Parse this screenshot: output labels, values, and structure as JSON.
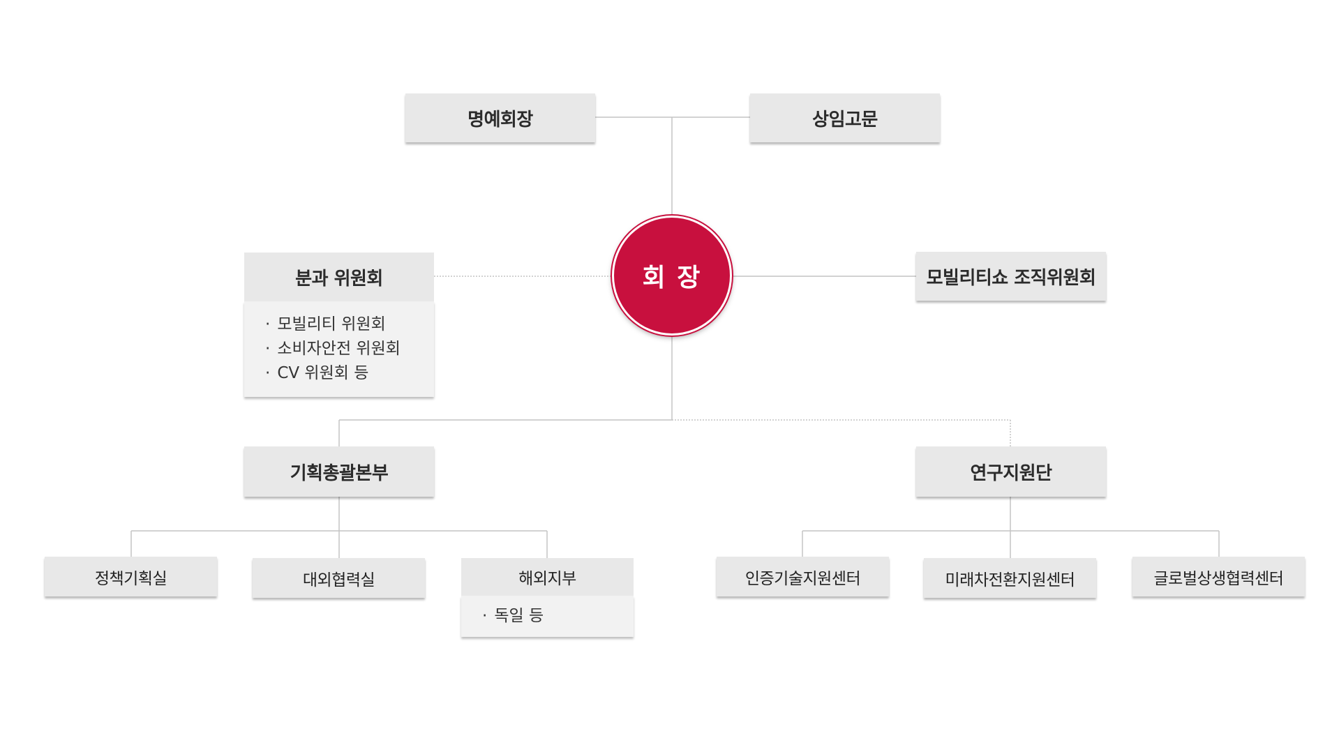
{
  "top": {
    "honorary_chairman": "명예회장",
    "standing_advisor": "상임고문"
  },
  "chairman": "회 장",
  "committees": {
    "title": "분과 위원회",
    "items": [
      "모빌리티 위원회",
      "소비자안전 위원회",
      "CV 위원회 등"
    ]
  },
  "mobility_show": "모빌리티쇼 조직위원회",
  "planning": {
    "title": "기획총괄본부",
    "units": [
      {
        "label": "정책기획실"
      },
      {
        "label": "대외협력실"
      },
      {
        "label": "해외지부",
        "items": [
          "독일 등"
        ]
      }
    ]
  },
  "research": {
    "title": "연구지원단",
    "units": [
      {
        "label": "인증기술지원센터"
      },
      {
        "label": "미래차전환지원센터"
      },
      {
        "label": "글로벌상생협력센터"
      }
    ]
  },
  "colors": {
    "chairman": "#c8103e",
    "box": "#e8e8e8",
    "detail_box": "#f2f2f2",
    "line": "#c4c4c4"
  }
}
